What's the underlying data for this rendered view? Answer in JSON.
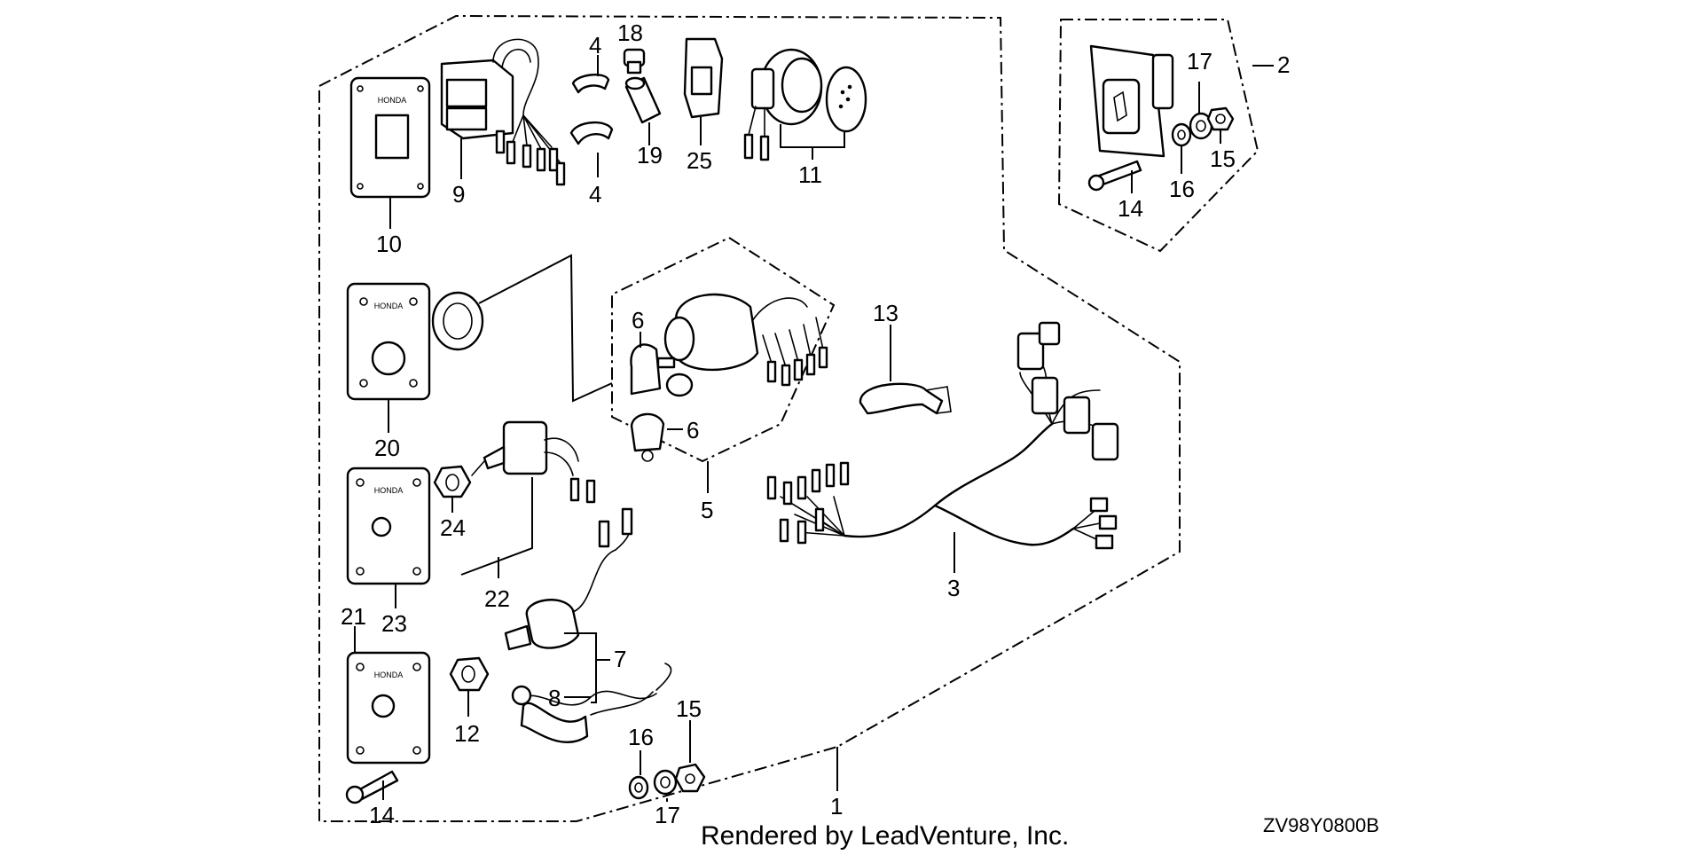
{
  "diagram": {
    "footer_text": "Rendered by LeadVenture, Inc.",
    "diagram_code": "ZV98Y0800B",
    "plate_brand": "HONDA",
    "callouts": {
      "c1": "1",
      "c2": "2",
      "c3": "3",
      "c4a": "4",
      "c4b": "4",
      "c5": "5",
      "c6a": "6",
      "c6b": "6",
      "c7": "7",
      "c8": "8",
      "c9": "9",
      "c10": "10",
      "c11": "11",
      "c12": "12",
      "c13": "13",
      "c14a": "14",
      "c14b": "14",
      "c15a": "15",
      "c15b": "15",
      "c16a": "16",
      "c16b": "16",
      "c17a": "17",
      "c17b": "17",
      "c18": "18",
      "c19": "19",
      "c20": "20",
      "c21": "21",
      "c22": "22",
      "c23": "23",
      "c24": "24",
      "c25": "25"
    }
  }
}
